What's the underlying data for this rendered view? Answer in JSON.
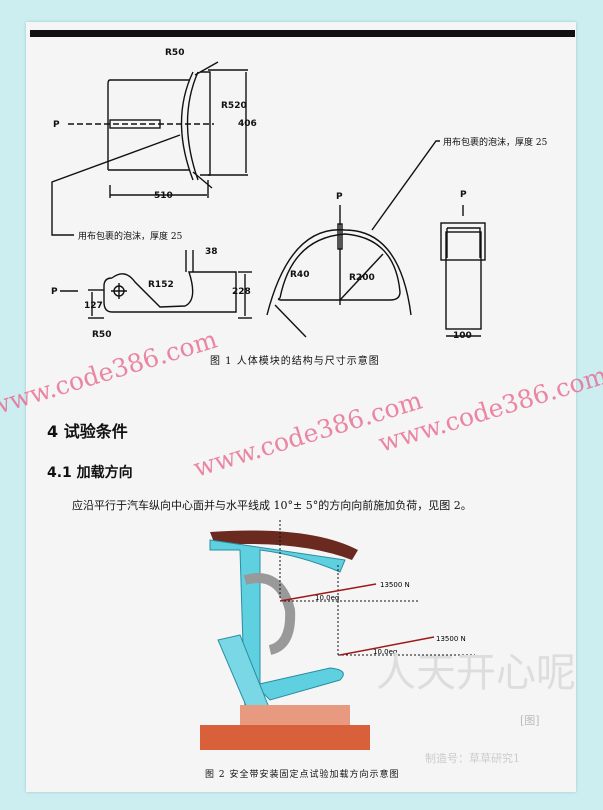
{
  "figure1": {
    "labels": {
      "r50_top": "R50",
      "r520": "R520",
      "d406": "406",
      "d510": "510",
      "p1": "P",
      "foam_left": "用布包裹的泡沫，厚度 25",
      "foam_right": "用布包裹的泡沫，厚度 25",
      "d38": "38",
      "r152": "R152",
      "d228": "228",
      "d127": "127",
      "r50_bottom": "R50",
      "p2": "P",
      "p3": "P",
      "r40": "R40",
      "r200": "R200",
      "p4": "P",
      "d100": "100"
    },
    "caption": "图 1  人体模块的结构与尺寸示意图"
  },
  "section": {
    "heading": "4  试验条件",
    "subheading": "4.1  加载方向",
    "body": "应沿平行于汽车纵向中心面并与水平线成 10°± 5°的方向向前施加负荷，见图 2。"
  },
  "figure2": {
    "force_upper": "13500 N",
    "angle_upper": "10.0eg",
    "force_lower": "13500 N",
    "angle_lower": "10.0eg",
    "caption": "图 2  安全带安装固定点试验加载方向示意图"
  },
  "watermarks": {
    "site": "www.code386.com",
    "overlay": "人天开心呢",
    "badge": "[图]",
    "footer": "制造号：草草研究1"
  },
  "colors": {
    "watermark": "#e8608a",
    "border": "#cdeef0",
    "car_body": "#5fd0e0",
    "car_red": "#d8603a",
    "force_arrow": "#a01818"
  }
}
